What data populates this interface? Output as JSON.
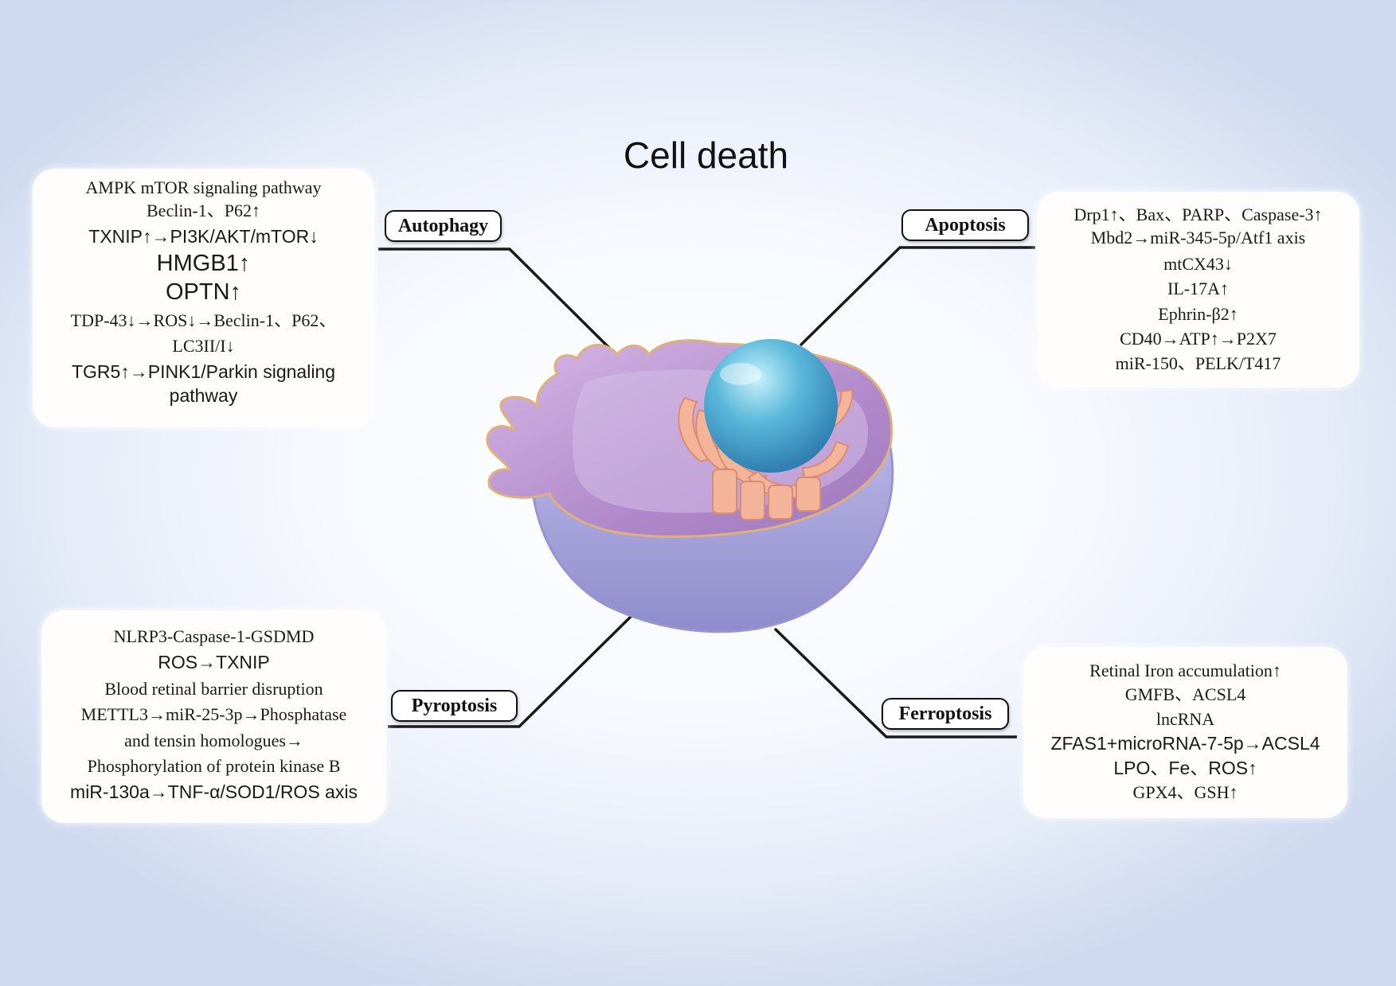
{
  "title": "Cell death",
  "autophagy": {
    "label": "Autophagy",
    "lines": [
      "AMPK mTOR signaling pathway",
      "Beclin-1、P62↑",
      "TXNIP↑→PI3K/AKT/mTOR↓",
      "HMGB1↑",
      "OPTN↑",
      "TDP-43↓→ROS↓→Beclin-1、P62、",
      "LC3II/I↓",
      "TGR5↑→PINK1/Parkin  signaling",
      "pathway"
    ]
  },
  "apoptosis": {
    "label": "Apoptosis",
    "lines": [
      "Drp1↑、Bax、PARP、Caspase-3↑",
      "Mbd2→miR-345-5p/Atf1 axis",
      "mtCX43↓",
      "IL-17A↑",
      "Ephrin-β2↑",
      "CD40→ATP↑→P2X7",
      "miR-150、PELK/T417"
    ]
  },
  "pyroptosis": {
    "label": "Pyroptosis",
    "lines": [
      "NLRP3-Caspase-1-GSDMD",
      "ROS→TXNIP",
      "Blood retinal barrier disruption",
      "METTL3→miR-25-3p→Phosphatase",
      "and tensin homologues→",
      "Phosphorylation of protein kinase B",
      "miR-130a→TNF-α/SOD1/ROS axis"
    ]
  },
  "ferroptosis": {
    "label": "Ferroptosis",
    "lines": [
      "Retinal Iron accumulation↑",
      "GMFB、ACSL4",
      "lncRNA",
      "ZFAS1+microRNA-7-5p→ACSL4",
      "LPO、Fe、ROS↑",
      "GPX4、GSH↑"
    ]
  },
  "colors": {
    "cytoplasm": "#b58fd0",
    "cell_base": "#a9a6db",
    "nucleus": "#4aa6cc",
    "organelle": "#f3b49a",
    "connector": "#1a1a1a"
  }
}
